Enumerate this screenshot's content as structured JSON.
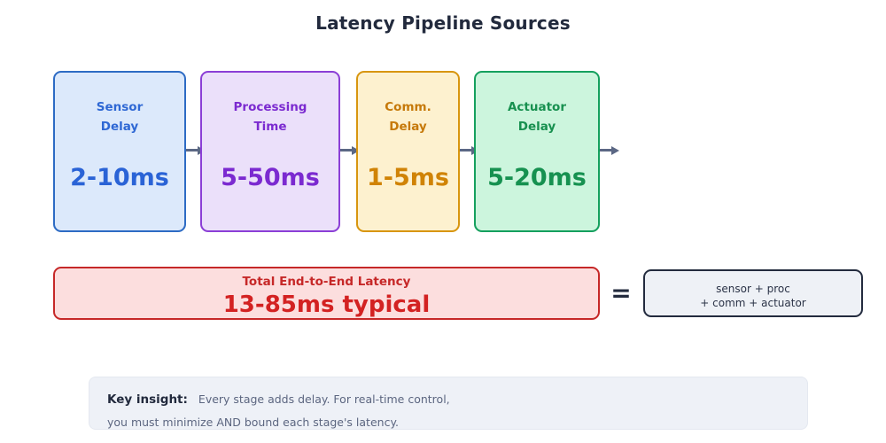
{
  "diagram": {
    "title": "Latency Pipeline Sources",
    "stages": [
      {
        "label_line1": "Sensor",
        "label_line2": "Delay",
        "value": "2-10ms",
        "accent": "#2a63d6",
        "fill": "#dce9fb",
        "border": "#2d6bc4"
      },
      {
        "label_line1": "Processing",
        "label_line2": "Time",
        "value": "5-50ms",
        "accent": "#7b2ad0",
        "fill": "#ebe0fa",
        "border": "#8b3fd6"
      },
      {
        "label_line1": "Comm.",
        "label_line2": "Delay",
        "value": "1-5ms",
        "accent": "#d08306",
        "fill": "#fdf1cf",
        "border": "#d8960f"
      },
      {
        "label_line1": "Actuator",
        "label_line2": "Delay",
        "value": "5-20ms",
        "accent": "#169150",
        "fill": "#ccf5dd",
        "border": "#15a05e"
      }
    ],
    "total": {
      "label": "Total End-to-End Latency",
      "value": "13-85ms typical",
      "accent": "#c62828"
    },
    "equals_sign": "=",
    "formula": {
      "line1": "sensor + proc",
      "line2": "+ comm + actuator"
    },
    "insight": {
      "lead": "Key insight:",
      "line1": "Every stage adds delay. For real-time control,",
      "line2": "you must minimize AND bound each stage's latency."
    }
  }
}
